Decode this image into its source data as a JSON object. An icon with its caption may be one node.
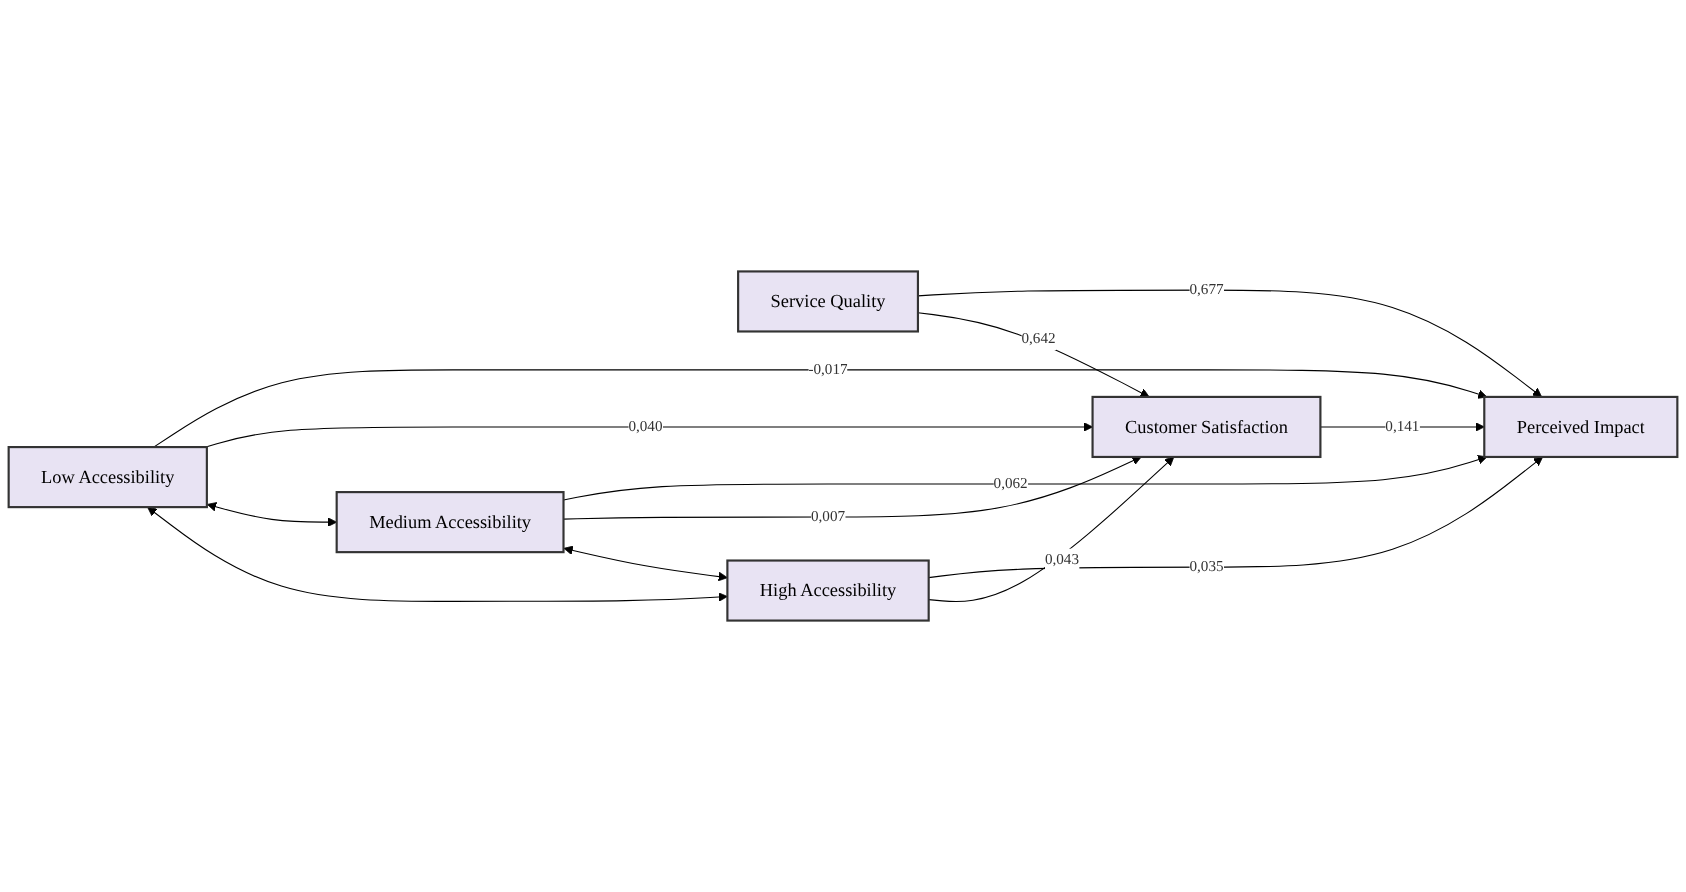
{
  "diagram": {
    "nodes": [
      {
        "text": [
          "Service Quality"
        ]
      },
      {
        "text": [
          "Perceived Impact"
        ]
      },
      {
        "text": [
          "Low Accessibility"
        ]
      },
      {
        "text": [
          "Medium Accessibility"
        ]
      },
      {
        "text": [
          "High Accessibility"
        ]
      },
      {
        "text": [
          "Customer Satisfaction"
        ]
      }
    ],
    "edges": [
      {
        "from": 0,
        "to": 1,
        "arrow": "to",
        "label": "0,677"
      },
      {
        "from": 0,
        "to": 5,
        "arrow": "to",
        "label": "0,642"
      },
      {
        "from": 2,
        "to": 1,
        "arrow": "to",
        "label": "-0,017"
      },
      {
        "from": 3,
        "to": 1,
        "arrow": "to",
        "label": "0,062"
      },
      {
        "from": 4,
        "to": 1,
        "arrow": "to",
        "label": "0,035"
      },
      {
        "from": 2,
        "to": 5,
        "arrow": "to",
        "label": "0,040"
      },
      {
        "from": 3,
        "to": 5,
        "arrow": "to",
        "label": "0,007"
      },
      {
        "from": 4,
        "to": 5,
        "arrow": "to",
        "label": "0,043"
      },
      {
        "from": 5,
        "to": 1,
        "arrow": "to",
        "label": "0,141"
      },
      {
        "from": 2,
        "to": 3,
        "arrow": "both"
      },
      {
        "from": 3,
        "to": 4,
        "arrow": "both"
      },
      {
        "from": 2,
        "to": 4,
        "arrow": "both"
      }
    ]
  }
}
